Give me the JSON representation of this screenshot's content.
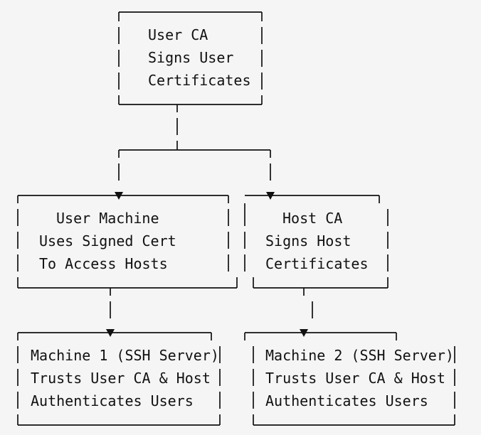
{
  "nodes": {
    "user_ca": {
      "lines": [
        "User CA",
        "Signs User",
        "Certificates"
      ]
    },
    "user_machine": {
      "lines": [
        "User Machine",
        "Uses Signed Cert",
        "To Access Hosts"
      ]
    },
    "host_ca": {
      "lines": [
        "Host CA",
        "Signs Host",
        "Certificates"
      ]
    },
    "machine1": {
      "lines": [
        "Machine 1 (SSH Server)",
        "Trusts User CA & Host",
        "Authenticates Users"
      ]
    },
    "machine2": {
      "lines": [
        "Machine 2 (SSH Server)",
        "Trusts User CA & Host",
        "Authenticates Users"
      ]
    }
  },
  "edges": [
    {
      "from": "user_ca",
      "to": "user_machine"
    },
    {
      "from": "user_ca",
      "to": "host_ca"
    },
    {
      "from": "user_machine",
      "to": "machine1"
    },
    {
      "from": "host_ca",
      "to": "machine2"
    }
  ],
  "colors": {
    "ink": "#111111",
    "background": "#f5f5f5"
  }
}
